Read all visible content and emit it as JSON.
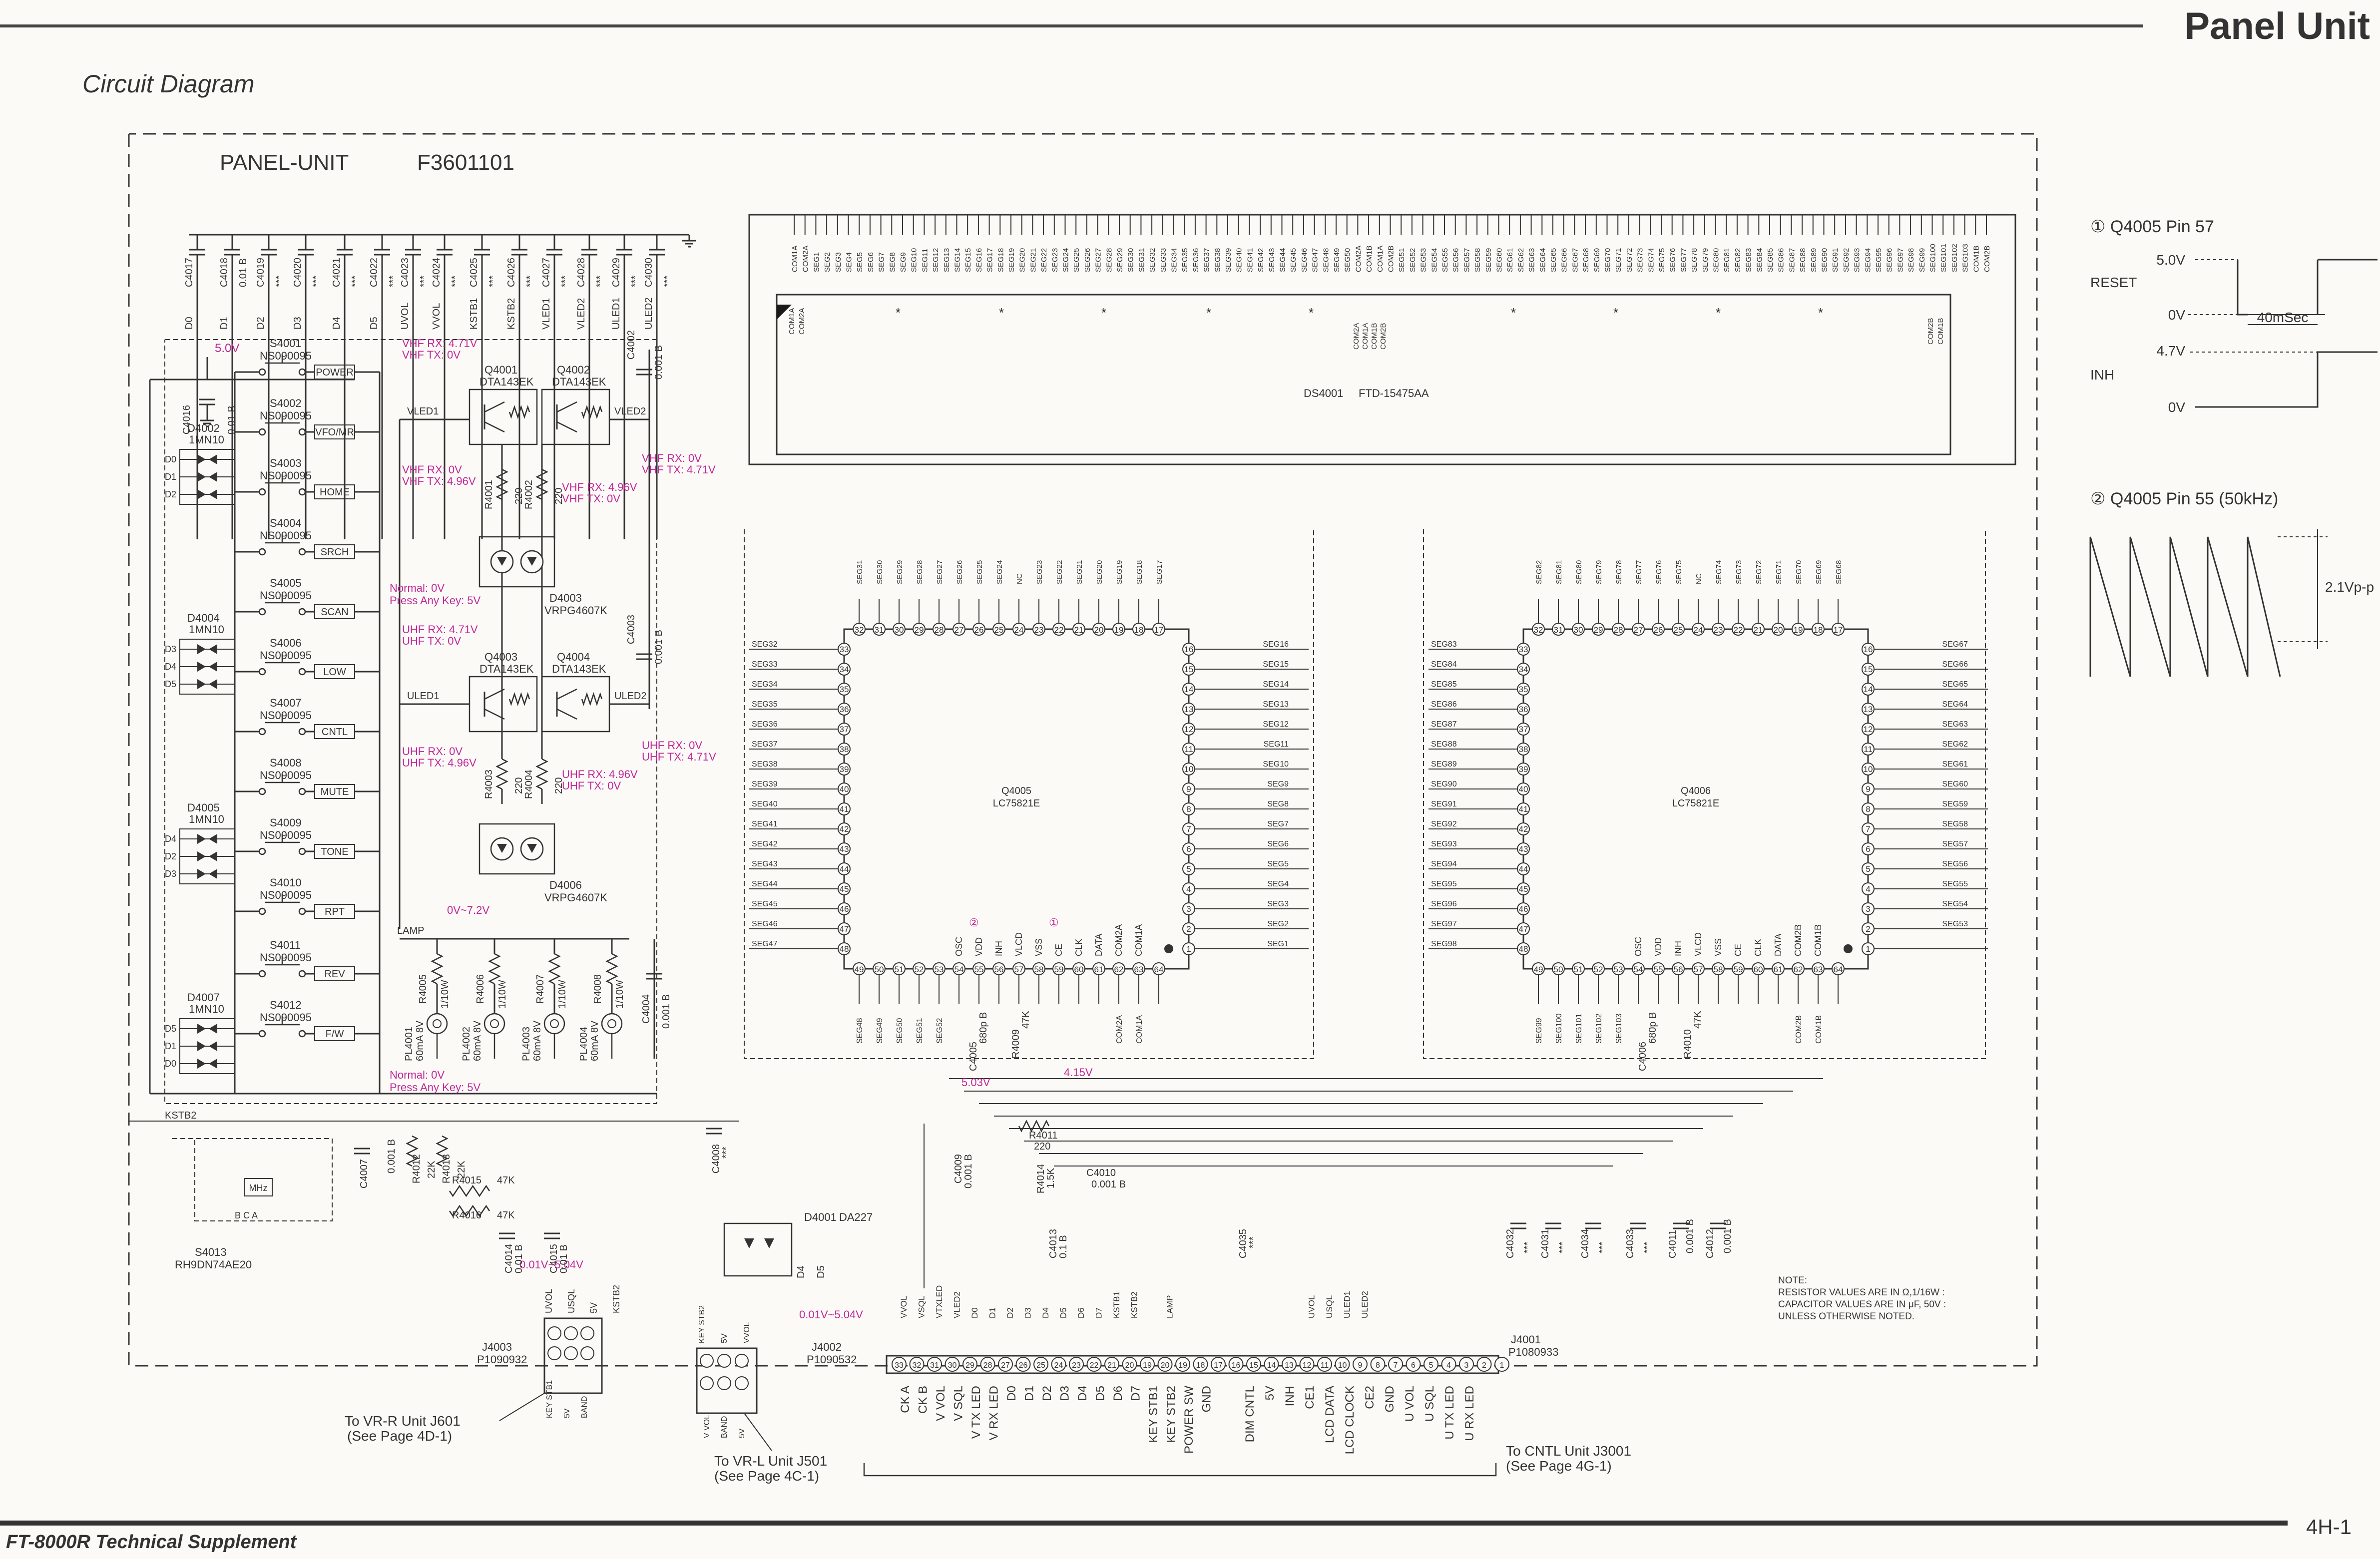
{
  "header": {
    "title": "Panel Unit",
    "subtitle": "Circuit Diagram"
  },
  "footer": {
    "left": "FT-8000R Technical Supplement",
    "right": "4H-1"
  },
  "unit_label": {
    "name": "PANEL-UNIT",
    "part": "F3601101"
  },
  "colors": {
    "ink": "#333333",
    "annotation": "#c0279a",
    "paper": "#fbfaf6",
    "lcd": "#1a1a1a"
  },
  "top_caps": [
    "C4017",
    "C4018",
    "C4019",
    "C4020",
    "C4021",
    "C4022",
    "C4023",
    "C4024",
    "C4025",
    "C4026",
    "C4027",
    "C4028",
    "C4029",
    "C4030"
  ],
  "top_cap_values": [
    "",
    "0.01 B",
    "***",
    "***",
    "***",
    "***",
    "***",
    "***",
    "***",
    "***",
    "***",
    "***",
    "***",
    "***"
  ],
  "top_bus_labels": [
    "D0",
    "D1",
    "D2",
    "D3",
    "D4",
    "D5",
    "UVOL",
    "VVOL",
    "KSTB1",
    "KSTB2",
    "VLED1",
    "VLED2",
    "ULED1",
    "ULED2"
  ],
  "switches": [
    {
      "ref": "S4001",
      "part": "NS090095",
      "label": "POWER"
    },
    {
      "ref": "S4002",
      "part": "NS090095",
      "label": "VFO/MR"
    },
    {
      "ref": "S4003",
      "part": "NS090095",
      "label": "HOME"
    },
    {
      "ref": "S4004",
      "part": "NS090095",
      "label": "SRCH"
    },
    {
      "ref": "S4005",
      "part": "NS090095",
      "label": "SCAN"
    },
    {
      "ref": "S4006",
      "part": "NS090095",
      "label": "LOW"
    },
    {
      "ref": "S4007",
      "part": "NS090095",
      "label": "CNTL"
    },
    {
      "ref": "S4008",
      "part": "NS090095",
      "label": "MUTE"
    },
    {
      "ref": "S4009",
      "part": "NS090095",
      "label": "TONE"
    },
    {
      "ref": "S4010",
      "part": "NS090095",
      "label": "RPT"
    },
    {
      "ref": "S4011",
      "part": "NS090095",
      "label": "REV"
    },
    {
      "ref": "S4012",
      "part": "NS090095",
      "label": "F/W"
    }
  ],
  "diode_packs": [
    {
      "ref": "D4002",
      "part": "1MN10",
      "pins": [
        "D0",
        "D1",
        "D2"
      ]
    },
    {
      "ref": "D4004",
      "part": "1MN10",
      "pins": [
        "D3",
        "D4",
        "D5"
      ]
    },
    {
      "ref": "D4005",
      "part": "1MN10",
      "pins": [
        "D4",
        "D2",
        "D3"
      ]
    },
    {
      "ref": "D4007",
      "part": "1MN10",
      "pins": [
        "D5",
        "D1",
        "D0"
      ]
    }
  ],
  "transistors": [
    {
      "ref": "Q4001",
      "part": "DTA143EK"
    },
    {
      "ref": "Q4002",
      "part": "DTA143EK"
    },
    {
      "ref": "Q4003",
      "part": "DTA143EK"
    },
    {
      "ref": "Q4004",
      "part": "DTA143EK"
    }
  ],
  "led_packs": [
    {
      "ref": "D4003",
      "part": "VRPG4607K"
    },
    {
      "ref": "D4006",
      "part": "VRPG4607K"
    }
  ],
  "misc_labels": {
    "v5": "5.0V",
    "c4016": "C4016",
    "c4016v": "0.01 B",
    "c4002": "C4002",
    "c4002v": "0.001 B",
    "c4003": "C4003",
    "c4003v": "0.001 B",
    "r4001": "R4001",
    "r4001v": "220",
    "r4002": "R4002",
    "r4002v": "220",
    "r4003": "R4003",
    "r4003v": "220",
    "r4004": "R4004",
    "r4004v": "220",
    "vled1": "VLED1",
    "vled2": "VLED2",
    "uled1": "ULED1",
    "uled2": "ULED2",
    "lamp": "LAMP",
    "kstb2": "KSTB2",
    "kstb1": "KSTB1",
    "mhz": "MHz",
    "bca": "B  C  A",
    "s4013": "S4013",
    "s4013p": "RH9DN74AE20",
    "d4001": "D4001",
    "d4001p": "DA227",
    "c4007": "C4007",
    "c4007v": "0.001 B",
    "r4012": "R4012",
    "r4012v": "22K",
    "r4013": "R4013",
    "r4013v": "22K",
    "r4015": "R4015",
    "r4015v": "47K",
    "r4016": "R4016",
    "r4016v": "47K",
    "c4014": "C4014",
    "c4014v": "0.01 B",
    "c4015": "C4015",
    "c4015v": "0.01 B",
    "c4008": "C4008",
    "c4008v": "***",
    "c4004": "C4004",
    "c4004v": "0.001 B",
    "d4": "D4",
    "d5": "D5"
  },
  "lamps": [
    {
      "ref": "PL4001",
      "part": "60mA 8V",
      "res": "R4005",
      "resv": "1/10W"
    },
    {
      "ref": "PL4002",
      "part": "60mA 8V",
      "res": "R4006",
      "resv": "1/10W"
    },
    {
      "ref": "PL4003",
      "part": "60mA 8V",
      "res": "R4007",
      "resv": "1/10W"
    },
    {
      "ref": "PL4004",
      "part": "60mA 8V",
      "res": "R4008",
      "resv": "1/10W"
    }
  ],
  "annotations": {
    "vhf_rx1": "VHF RX: 4.71V",
    "vhf_tx1": "VHF TX: 0V",
    "vhf_rx2": "VHF RX: 0V",
    "vhf_tx2": "VHF TX: 4.96V",
    "vhf_rx3": "VHF RX: 0V",
    "vhf_tx3": "VHF TX: 4.71V",
    "vhf_rx4": "VHF RX: 4.96V",
    "vhf_tx4": "VHF TX: 0V",
    "uhf_rx1": "UHF RX: 4.71V",
    "uhf_tx1": "UHF TX: 0V",
    "uhf_rx2": "UHF RX: 0V",
    "uhf_tx2": "UHF TX: 4.96V",
    "uhf_rx3": "UHF RX: 0V",
    "uhf_tx3": "UHF TX: 4.71V",
    "uhf_rx4": "UHF RX: 4.96V",
    "uhf_tx4": "UHF TX: 0V",
    "normal1": "Normal: 0V",
    "press1": "Press Any Key: 5V",
    "normal2": "Normal: 0V",
    "press2": "Press Any Key: 5V",
    "lamp_v": "0V~7.2V",
    "v503": "5.03V",
    "v415": "4.15V",
    "v001_504a": "0.01V~5.04V",
    "v001_504b": "0.01V~5.04V",
    "mark1": "①",
    "mark2": "②"
  },
  "lcd": {
    "ref": "DS4001",
    "part": "FTD-15475AA",
    "pins": [
      "COM1A",
      "COM2A",
      "SEG1",
      "SEG2",
      "SEG3",
      "SEG4",
      "SEG5",
      "SEG6",
      "SEG7",
      "SEG8",
      "SEG9",
      "SEG10",
      "SEG11",
      "SEG12",
      "SEG13",
      "SEG14",
      "SEG15",
      "SEG16",
      "SEG17",
      "SEG18",
      "SEG19",
      "SEG20",
      "SEG21",
      "SEG22",
      "SEG23",
      "SEG24",
      "SEG25",
      "SEG26",
      "SEG27",
      "SEG28",
      "SEG29",
      "SEG30",
      "SEG31",
      "SEG32",
      "SEG33",
      "SEG34",
      "SEG35",
      "SEG36",
      "SEG37",
      "SEG38",
      "SEG39",
      "SEG40",
      "SEG41",
      "SEG42",
      "SEG43",
      "SEG44",
      "SEG45",
      "SEG46",
      "SEG47",
      "SEG48",
      "SEG49",
      "SEG50",
      "COM2A",
      "COM1B",
      "COM1A",
      "COM2B",
      "SEG51",
      "SEG52",
      "SEG53",
      "SEG54",
      "SEG55",
      "SEG56",
      "SEG57",
      "SEG58",
      "SEG59",
      "SEG60",
      "SEG61",
      "SEG62",
      "SEG63",
      "SEG64",
      "SEG65",
      "SEG66",
      "SEG67",
      "SEG68",
      "SEG69",
      "SEG70",
      "SEG71",
      "SEG72",
      "SEG73",
      "SEG74",
      "SEG75",
      "SEG76",
      "SEG77",
      "SEG78",
      "SEG79",
      "SEG80",
      "SEG81",
      "SEG82",
      "SEG83",
      "SEG84",
      "SEG85",
      "SEG86",
      "SEG87",
      "SEG88",
      "SEG89",
      "SEG90",
      "SEG91",
      "SEG92",
      "SEG93",
      "SEG94",
      "SEG95",
      "SEG96",
      "SEG97",
      "SEG98",
      "SEG99",
      "SEG100",
      "SEG101",
      "SEG102",
      "SEG103",
      "COM1B",
      "COM2B"
    ],
    "inner_left": [
      "COM1A",
      "COM2A"
    ],
    "inner_mid": [
      "COM2A",
      "COM1A",
      "COM1B",
      "COM2B"
    ],
    "inner_right": [
      "COM2B",
      "COM1B"
    ]
  },
  "ic_left": {
    "ref": "Q4005",
    "part": "LC75821E",
    "top_pins": [
      "32",
      "31",
      "30",
      "29",
      "28",
      "27",
      "26",
      "25",
      "24",
      "23",
      "22",
      "21",
      "20",
      "19",
      "18",
      "17"
    ],
    "top_labels": [
      "SEG31",
      "SEG30",
      "SEG29",
      "SEG28",
      "SEG27",
      "SEG26",
      "SEG25",
      "SEG24",
      "NC",
      "SEG23",
      "SEG22",
      "SEG21",
      "SEG20",
      "SEG19",
      "SEG18",
      "SEG17"
    ],
    "left_pins": [
      "33",
      "34",
      "35",
      "36",
      "37",
      "38",
      "39",
      "40",
      "41",
      "42",
      "43",
      "44",
      "45",
      "46",
      "47",
      "48"
    ],
    "left_labels": [
      "SEG32",
      "SEG33",
      "SEG34",
      "SEG35",
      "SEG36",
      "SEG37",
      "SEG38",
      "SEG39",
      "SEG40",
      "SEG41",
      "SEG42",
      "SEG43",
      "SEG44",
      "SEG45",
      "SEG46",
      "SEG47"
    ],
    "right_pins": [
      "16",
      "15",
      "14",
      "13",
      "12",
      "11",
      "10",
      "9",
      "8",
      "7",
      "6",
      "5",
      "4",
      "3",
      "2",
      "1"
    ],
    "right_labels": [
      "SEG16",
      "SEG15",
      "SEG14",
      "SEG13",
      "SEG12",
      "SEG11",
      "SEG10",
      "SEG9",
      "SEG8",
      "SEG7",
      "SEG6",
      "SEG5",
      "SEG4",
      "SEG3",
      "SEG2",
      "SEG1"
    ],
    "bottom_pins": [
      "49",
      "50",
      "51",
      "52",
      "53",
      "54",
      "55",
      "56",
      "57",
      "58",
      "59",
      "60",
      "61",
      "62",
      "63",
      "64"
    ],
    "bottom_inner": [
      "",
      "",
      "",
      "",
      "",
      "OSC",
      "VDD",
      "INH",
      "VLCD",
      "VSS",
      "CE",
      "CLK",
      "DATA",
      "COM2A",
      "COM1A",
      ""
    ],
    "bottom_outer": [
      "SEG48",
      "SEG49",
      "SEG50",
      "SEG51",
      "SEG52",
      "",
      "",
      "",
      "",
      "",
      "",
      "",
      "",
      "COM2A",
      "COM1A",
      ""
    ]
  },
  "ic_right": {
    "ref": "Q4006",
    "part": "LC75821E",
    "top_pins": [
      "32",
      "31",
      "30",
      "29",
      "28",
      "27",
      "26",
      "25",
      "24",
      "23",
      "22",
      "21",
      "20",
      "19",
      "18",
      "17"
    ],
    "top_labels": [
      "SEG82",
      "SEG81",
      "SEG80",
      "SEG79",
      "SEG78",
      "SEG77",
      "SEG76",
      "SEG75",
      "NC",
      "SEG74",
      "SEG73",
      "SEG72",
      "SEG71",
      "SEG70",
      "SEG69",
      "SEG68"
    ],
    "left_pins": [
      "33",
      "34",
      "35",
      "36",
      "37",
      "38",
      "39",
      "40",
      "41",
      "42",
      "43",
      "44",
      "45",
      "46",
      "47",
      "48"
    ],
    "left_labels": [
      "SEG83",
      "SEG84",
      "SEG85",
      "SEG86",
      "SEG87",
      "SEG88",
      "SEG89",
      "SEG90",
      "SEG91",
      "SEG92",
      "SEG93",
      "SEG94",
      "SEG95",
      "SEG96",
      "SEG97",
      "SEG98"
    ],
    "right_pins": [
      "16",
      "15",
      "14",
      "13",
      "12",
      "11",
      "10",
      "9",
      "8",
      "7",
      "6",
      "5",
      "4",
      "3",
      "2",
      "1"
    ],
    "right_labels": [
      "SEG67",
      "SEG66",
      "SEG65",
      "SEG64",
      "SEG63",
      "SEG62",
      "SEG61",
      "SEG60",
      "SEG59",
      "SEG58",
      "SEG57",
      "SEG56",
      "SEG55",
      "SEG54",
      "SEG53",
      ""
    ],
    "bottom_pins": [
      "49",
      "50",
      "51",
      "52",
      "53",
      "54",
      "55",
      "56",
      "57",
      "58",
      "59",
      "60",
      "61",
      "62",
      "63",
      "64"
    ],
    "bottom_inner": [
      "",
      "",
      "",
      "",
      "",
      "OSC",
      "VDD",
      "INH",
      "VLCD",
      "VSS",
      "CE",
      "CLK",
      "DATA",
      "COM2B",
      "COM1B",
      ""
    ],
    "bottom_outer": [
      "SEG99",
      "SEG100",
      "SEG101",
      "SEG102",
      "SEG103",
      "",
      "",
      "",
      "",
      "",
      "",
      "",
      "",
      "COM2B",
      "COM1B",
      ""
    ]
  },
  "osc_parts_left": {
    "c": "C4005",
    "cv": "680p B",
    "r": "R4009",
    "rv": "47K"
  },
  "osc_parts_right": {
    "c": "C4006",
    "cv": "680p B",
    "r": "R4010",
    "rv": "47K"
  },
  "mid_parts": {
    "r4011": "R4011",
    "r4011v": "220",
    "r4014": "R4014",
    "r4014v": "1.5K",
    "c4009": "C4009",
    "c4009v": "0.001 B",
    "c4010": "C4010",
    "c4010v": "0.001 B",
    "c4013": "C4013",
    "c4013v": "0.1 B",
    "c4035": "C4035",
    "c4035v": "***",
    "c4032": "C4032",
    "c4032v": "***",
    "c4031": "C4031",
    "c4031v": "***",
    "c4034": "C4034",
    "c4034v": "***",
    "c4033": "C4033",
    "c4033v": "***",
    "c4011": "C4011",
    "c4011v": "0.001 B",
    "c4012": "C4012",
    "c4012v": "0.001 B"
  },
  "connectors": {
    "j4001": {
      "ref": "J4001",
      "part": "P1080933"
    },
    "j4002": {
      "ref": "J4002",
      "part": "P1090532"
    },
    "j4003": {
      "ref": "J4003",
      "part": "P1090932"
    }
  },
  "j4001_pins": [
    "20",
    "19",
    "18",
    "17",
    "16",
    "15",
    "14",
    "13",
    "12",
    "11",
    "10",
    "9",
    "8",
    "7",
    "6",
    "5",
    "4",
    "3",
    "2",
    "1"
  ],
  "j4001_signals": [
    "CK A",
    "CK B",
    "V VOL",
    "V SQL",
    "V TX LED",
    "V RX LED",
    "D0",
    "D1",
    "D2",
    "D3",
    "D4",
    "D5",
    "D6",
    "D7",
    "KEY STB1",
    "KEY STB2",
    "POWER SW",
    "GND"
  ],
  "j4001_signals_b": [
    "DIM CNTL",
    "5V",
    "INH",
    "CE1",
    "LCD DATA",
    "LCD CLOCK",
    "CE2",
    "GND",
    "U VOL",
    "U SQL",
    "U TX LED",
    "U RX LED"
  ],
  "j4001_top": [
    "VVOL",
    "VSQL",
    "VTXLED",
    "VLED2",
    "D0",
    "D1",
    "D2",
    "D3",
    "D4",
    "D5",
    "D6",
    "D7",
    "KSTB1",
    "KSTB2",
    "",
    "LAMP",
    "",
    "",
    "",
    "",
    "",
    "",
    "",
    "UVOL",
    "USQL",
    "ULED1",
    "ULED2"
  ],
  "j4001_pins_a": [
    "33",
    "32",
    "31",
    "30",
    "29",
    "28",
    "27",
    "26",
    "25",
    "24",
    "23",
    "22",
    "21",
    "20",
    "19"
  ],
  "j4003_labels": [
    "UVOL",
    "USQL",
    "5V",
    "KSTB2"
  ],
  "j4002_labels": [
    "KEY STB2",
    "5V",
    "VVOL"
  ],
  "j4003_inner": [
    "KEY STB1",
    "5V",
    "BAND"
  ],
  "j4002_inner": [
    "V VOL",
    "BAND",
    "5V"
  ],
  "destinations": {
    "vr_r": "To VR-R Unit J601",
    "vr_r_page": "(See Page 4D-1)",
    "vr_l": "To VR-L Unit J501",
    "vr_l_page": "(See Page 4C-1)",
    "cntl": "To CNTL Unit J3001",
    "cntl_page": "(See Page 4G-1)"
  },
  "notes": [
    "NOTE:",
    "RESISTOR  VALUES  ARE  IN  Ω,1/16W :",
    "CAPACITOR  VALUES  ARE  IN  μF, 50V :",
    "UNLESS  OTHERWISE  NOTED."
  ],
  "waveforms": {
    "w1_title": "① Q4005 Pin 57",
    "w1_reset": "RESET",
    "w1_v5": "5.0V",
    "w1_v0a": "0V",
    "w1_time": "40mSec",
    "w1_inh": "INH",
    "w1_v47": "4.7V",
    "w1_v0b": "0V",
    "w2_title": "② Q4005 Pin 55 (50kHz)",
    "w2_amp": "2.1Vp-p"
  }
}
